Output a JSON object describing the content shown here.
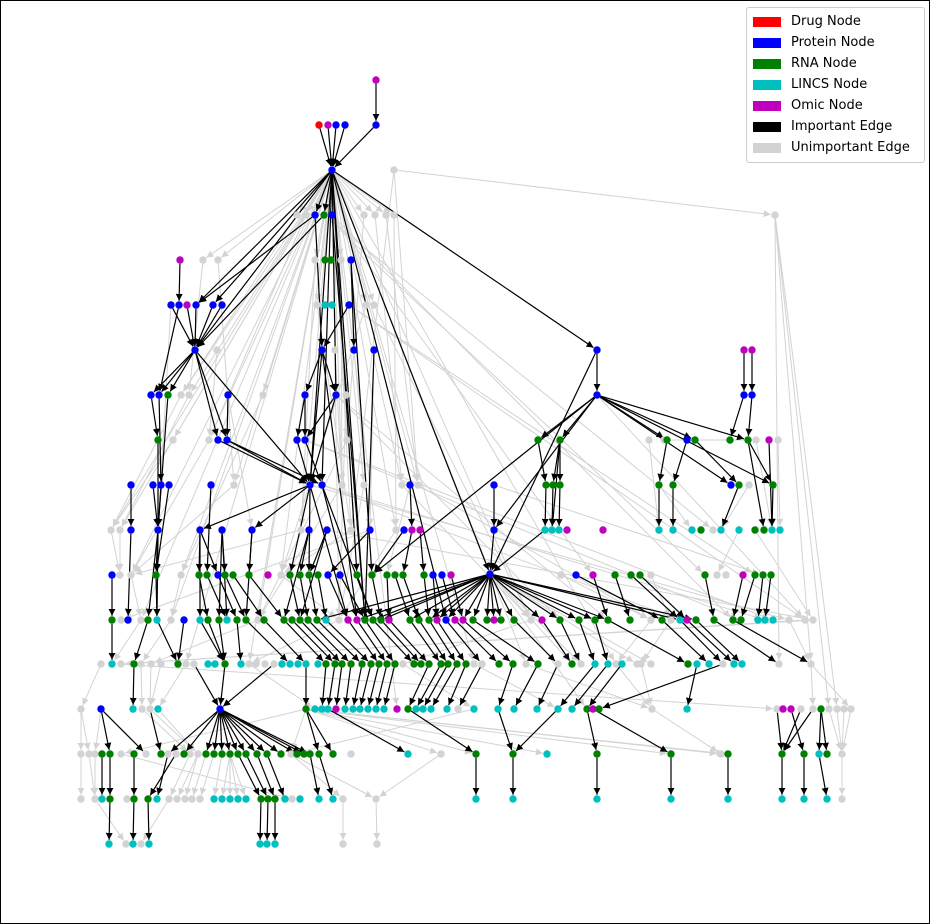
{
  "legend": {
    "items": [
      {
        "label": "Drug Node",
        "color": "#ff0000"
      },
      {
        "label": "Protein Node",
        "color": "#0000ff"
      },
      {
        "label": "RNA Node",
        "color": "#008000"
      },
      {
        "label": "LINCS Node",
        "color": "#00bfbf"
      },
      {
        "label": "Omic Node",
        "color": "#bf00bf"
      },
      {
        "label": "Important Edge",
        "color": "#000000"
      },
      {
        "label": "Unimportant Edge",
        "color": "#d3d3d3"
      }
    ]
  },
  "colors": {
    "drug": "#ff0000",
    "protein": "#0000ff",
    "rna": "#008000",
    "lincs": "#00bfbf",
    "omic": "#bf00bf",
    "unimportant": "#d3d3d3",
    "important_edge": "#000000",
    "unimportant_edge": "#d3d3d3"
  }
}
